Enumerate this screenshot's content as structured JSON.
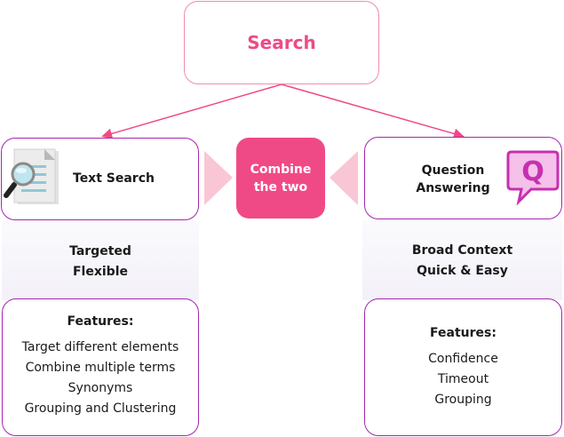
{
  "colors": {
    "accent_pink": "#f04a86",
    "light_pink": "#f9c6d6",
    "border_purple": "#a327b0",
    "border_pink": "#f08cb0"
  },
  "root": {
    "title": "Search"
  },
  "left": {
    "title": "Text Search",
    "icon": "document-search-icon",
    "qualities": [
      "Targeted",
      "Flexible"
    ],
    "features_title": "Features:",
    "features": [
      "Target different elements",
      "Combine multiple terms",
      "Synonyms",
      "Grouping and Clustering"
    ]
  },
  "center": {
    "line1": "Combine",
    "line2": "the two"
  },
  "right": {
    "title_line1": "Question",
    "title_line2": "Answering",
    "icon": "question-bubble-icon",
    "qualities": [
      "Broad Context",
      "Quick & Easy"
    ],
    "features_title": "Features:",
    "features": [
      "Confidence",
      "Timeout",
      "Grouping"
    ]
  }
}
